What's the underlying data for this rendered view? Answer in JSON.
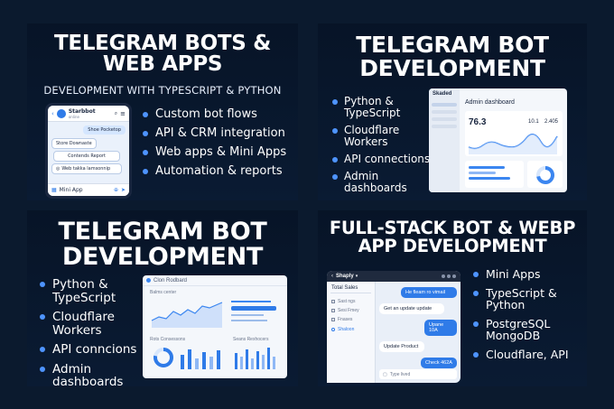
{
  "panel1": {
    "title_line1": "TELEGRAM BOTS &",
    "title_line2": "WEB APPS",
    "subtitle": "DEVELOPMENT WITH TYPESCRIPT & PYTHON",
    "bullets": [
      "Custom bot flows",
      "API & CRM integration",
      "Web apps & Mini Apps",
      "Automation & reports"
    ],
    "phone": {
      "bot_name": "Starbbot",
      "bot_status": "online",
      "bubble_out": "Shoe Pocketop",
      "msg1": "Store Downaste",
      "msg2": "Contends Report",
      "msg3": "Web takka lamsonnip",
      "footer": "Mini App"
    }
  },
  "panel2": {
    "title_line1": "TELEGRAM BOT",
    "title_line2": "DEVELOPMENT",
    "bullets": [
      "Python & TypeScript",
      "Cloudflare Workers",
      "API connections",
      "Admin dashboards"
    ],
    "dash": {
      "brand": "Skaded",
      "header": "Admin dashboard",
      "stat_main": "76.3",
      "stat2": "10.1",
      "stat3": "2.405"
    }
  },
  "panel3": {
    "title_line1": "TELEGRAM BOT",
    "title_line2": "DEVELOPMENT",
    "bullets": [
      "Python & TypeScript",
      "Cloudflare Workers",
      "API conncions",
      "Admin dashboards"
    ],
    "dash": {
      "brand": "Clon Rodbard",
      "section1": "Balms center",
      "section2": "Rots Consessons",
      "section3": "Seans Rexhocers"
    }
  },
  "panel4": {
    "title_line1": "FULL-STACK BOT & WEBP",
    "title_line2": "APP DEVELOPMENT",
    "bullets": [
      "Mini Apps",
      "TypeScript & Python",
      "PostgreSQL MongoDB",
      "Cloudflare, API"
    ],
    "app": {
      "name": "Shaply",
      "sidebar_title": "Total Sales",
      "sidebar_items": [
        "Sast ngs",
        "Sesi Fmey",
        "Fnases"
      ],
      "sidebar_link": "Shaloon",
      "chat": [
        "He fleam ro vimail",
        "Get an update update",
        "Upane 10A",
        "Update Product",
        "Check 462A"
      ],
      "input_placeholder": "Type lived"
    }
  },
  "colors": {
    "background": "#0b1a2e",
    "panel": "#071427",
    "bullet": "#4e94ff",
    "accent_blue": "#2f7be8"
  }
}
